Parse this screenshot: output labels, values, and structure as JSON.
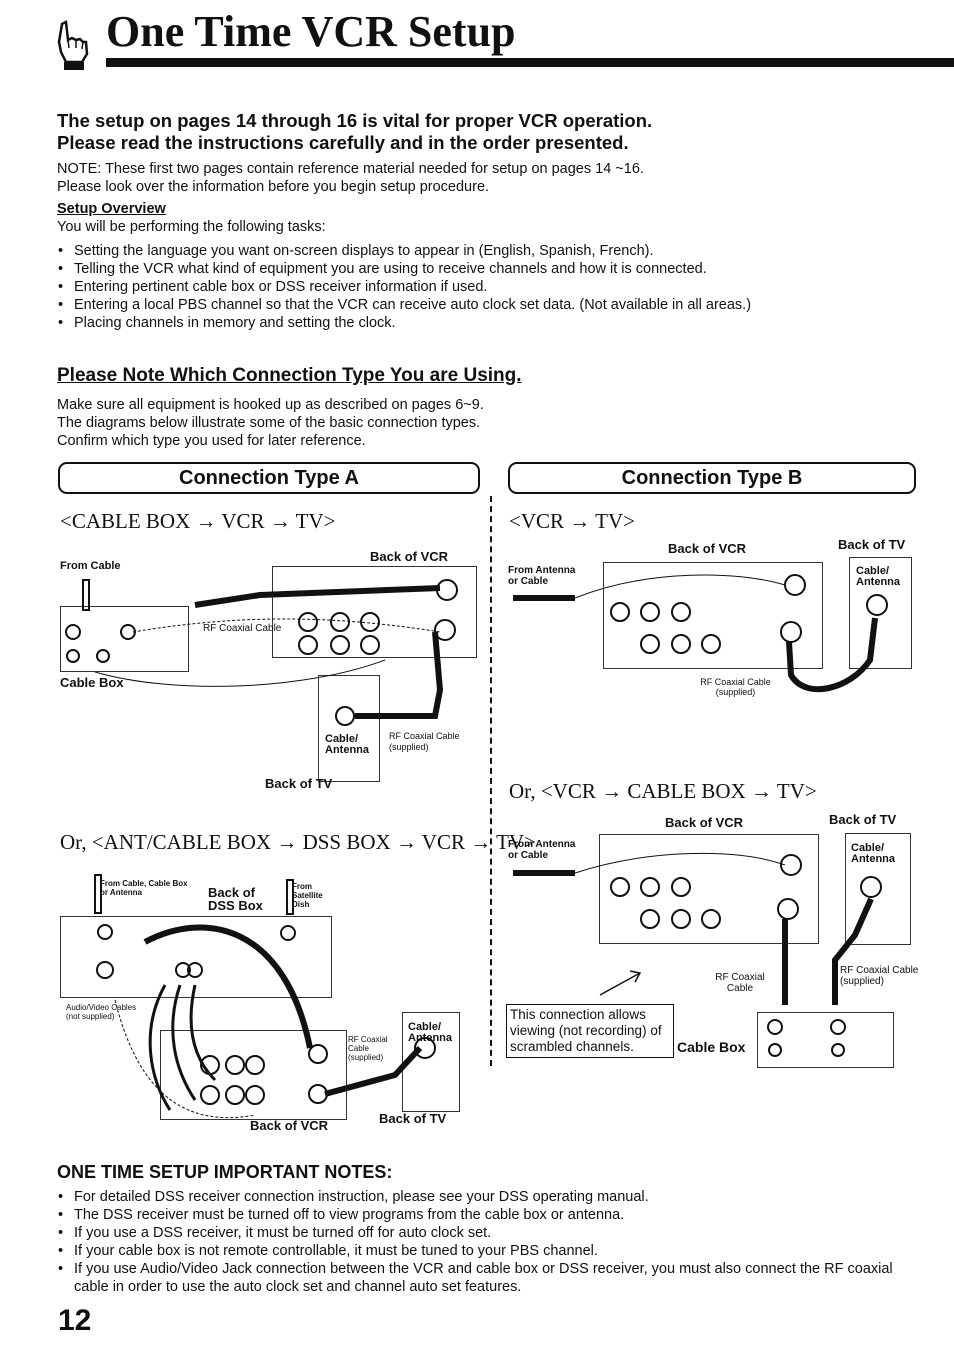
{
  "header": {
    "title": "One Time VCR Setup",
    "page_number": "12"
  },
  "intro": {
    "lead1": "The setup on pages 14 through 16 is vital for proper VCR operation.",
    "lead2": "Please read the instructions carefully and in the order presented.",
    "note1": "NOTE: These first two pages contain reference material needed for setup on pages 14 ~16.",
    "note2": "Please look over the information  before you begin setup procedure."
  },
  "overview": {
    "heading": "Setup Overview",
    "intro": "You will be performing the following tasks:",
    "items": [
      "Setting the  language you want on-screen displays to appear in (English, Spanish, French).",
      "Telling the VCR what kind of equipment you are using to receive channels and how it is connected.",
      "Entering pertinent cable box or DSS receiver information if used.",
      "Entering  a local PBS channel so that the VCR can receive auto clock set data. (Not available in all areas.)",
      "Placing channels in memory and setting the clock."
    ]
  },
  "connection": {
    "heading": "Please Note Which Connection Type You are Using.",
    "lines": [
      "Make sure all equipment is hooked up as described on pages 6~9.",
      "The diagrams below illustrate some of the basic connection types.",
      "Confirm which type you used for later reference."
    ],
    "type_a": {
      "box": "Connection Type A",
      "sub1": "<CABLE BOX → VCR → TV>",
      "sub2": "Or, <ANT/CABLE BOX → DSS BOX → VCR → TV>",
      "labels": {
        "back_vcr": "Back of VCR",
        "from_cable": "From Cable",
        "rf_coaxial": "RF Coaxial Cable",
        "cable_box": "Cable Box",
        "cable_antenna": "Cable/ Antenna",
        "rf_supplied": "RF Coaxial Cable (supplied)",
        "back_tv": "Back of TV",
        "from_cable_box": "From Cable, Cable Box or Antenna",
        "back_dss": "Back of DSS Box",
        "from_satellite": "From Satellite Dish",
        "av_cables": "Audio/Video Cables (not supplied)",
        "rf_coaxial_supplied": "RF Coaxial Cable (supplied)",
        "back_vcr2": "Back of VCR",
        "back_tv2": "Back of TV"
      }
    },
    "type_b": {
      "box": "Connection Type B",
      "sub1": "<VCR → TV>",
      "sub2": "Or, <VCR → CABLE BOX → TV>",
      "labels": {
        "back_vcr": "Back of VCR",
        "back_tv": "Back of TV",
        "from_antenna": "From Antenna or Cable",
        "cable_antenna": "Cable/ Antenna",
        "rf_supplied": "RF Coaxial Cable (supplied)",
        "back_vcr2": "Back of VCR",
        "back_tv2": "Back of TV",
        "from_antenna2": "From Antenna or Cable",
        "rf_coaxial": "RF Coaxial Cable",
        "rf_coaxial_supplied": "RF Coaxial Cable (supplied)",
        "note": "This connection allows viewing (not recording) of scrambled channels.",
        "cable_box": "Cable Box"
      }
    }
  },
  "notes": {
    "heading": "ONE TIME SETUP IMPORTANT NOTES:",
    "items": [
      "For detailed DSS receiver connection instruction, please see your DSS operating manual.",
      "The DSS receiver must be turned off to view programs from the cable box or antenna.",
      "If you use a DSS receiver, it must be turned off for auto clock set.",
      "If your cable box is not remote controllable, it must be tuned to your PBS channel.",
      "If you use Audio/Video Jack connection between the VCR and cable box or DSS receiver, you must also connect the RF coaxial cable in order to use the auto clock set and channel auto set features."
    ]
  }
}
